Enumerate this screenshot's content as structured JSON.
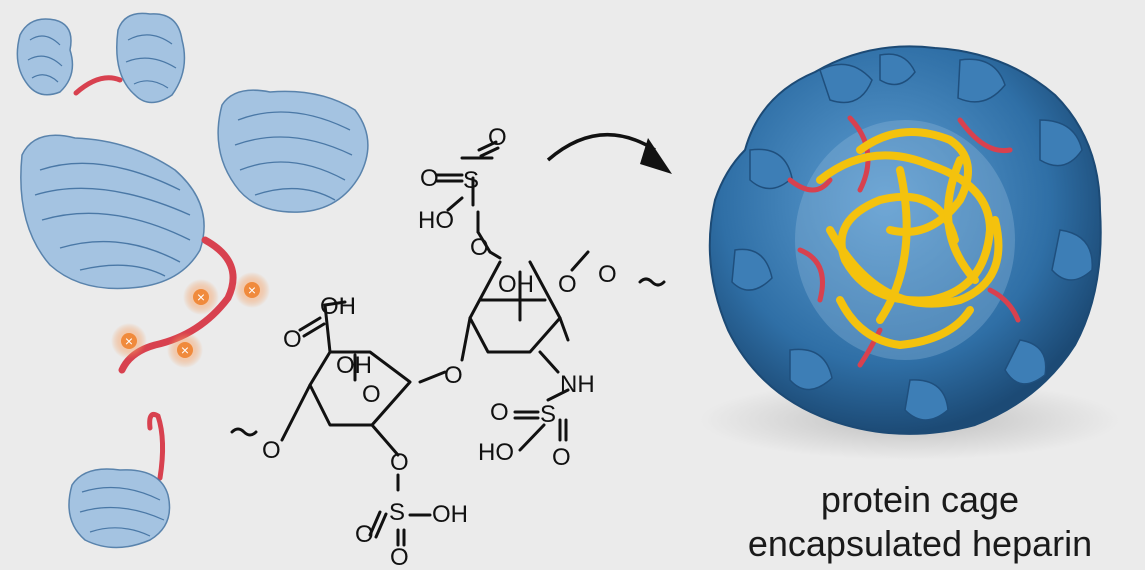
{
  "caption": {
    "line1": "protein cage",
    "line2": "encapsulated heparin"
  },
  "structure_labels": {
    "o_top1": "O",
    "o_top2": "O",
    "s_top": "S",
    "ho_top": "HO",
    "o_link_top": "O",
    "oh_right": "OH",
    "o_ring_right": "O",
    "o_right_end": "O",
    "nh": "NH",
    "o_nh1": "O",
    "s_nh": "S",
    "o_nh2": "O",
    "ho_nh": "HO",
    "o_glyco": "O",
    "oh_acid": "OH",
    "o_acid": "O",
    "oh_left": "OH",
    "o_ring_left": "O",
    "o_left_end": "O",
    "o_sulf": "O",
    "s_bottom": "S",
    "oh_bottom": "OH",
    "o_bottom1": "O",
    "o_bottom2": "O"
  },
  "charge_symbol": "×",
  "colors": {
    "protein_fill": "#9dbfe0",
    "protein_stroke": "#4a78a6",
    "heparin_red": "#d8414f",
    "charge_orange": "#f08a3c",
    "cage_blue": "#2f6fa6",
    "cage_dark": "#1f4f7d",
    "heparin_yellow": "#f4c20d",
    "background": "#ebebeb"
  },
  "icons": [
    "protein-blob",
    "heparin-strand",
    "positive-charge",
    "reaction-arrow",
    "protein-cage"
  ]
}
